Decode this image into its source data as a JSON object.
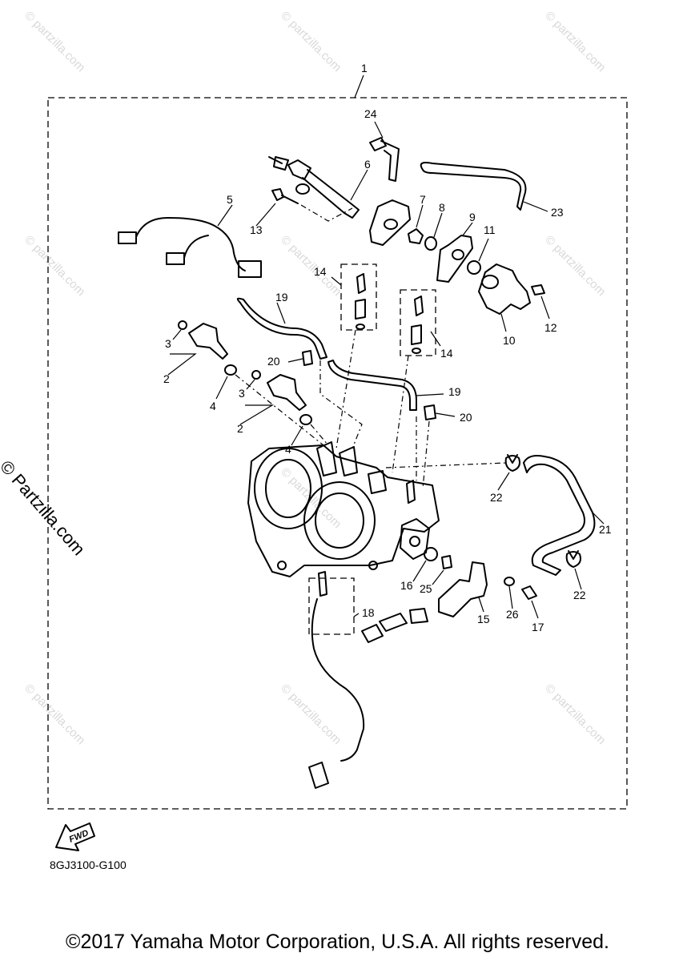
{
  "watermark": "© partzilla.com",
  "side_watermark": "© Partzilla.com",
  "callouts": {
    "c1": "1",
    "c2a": "2",
    "c2b": "2",
    "c3a": "3",
    "c3b": "3",
    "c4a": "4",
    "c4b": "4",
    "c5": "5",
    "c6": "6",
    "c7": "7",
    "c8": "8",
    "c9": "9",
    "c10": "10",
    "c11": "11",
    "c12": "12",
    "c13": "13",
    "c14a": "14",
    "c14b": "14",
    "c15": "15",
    "c16": "16",
    "c17": "17",
    "c18": "18",
    "c19a": "19",
    "c19b": "19",
    "c20a": "20",
    "c20b": "20",
    "c21": "21",
    "c22a": "22",
    "c22b": "22",
    "c23": "23",
    "c24": "24",
    "c25": "25",
    "c26": "26"
  },
  "fwd_label": "FWD",
  "diagram_code": "8GJ3100-G100",
  "copyright": "©2017 Yamaha Motor Corporation, U.S.A. All rights reserved."
}
